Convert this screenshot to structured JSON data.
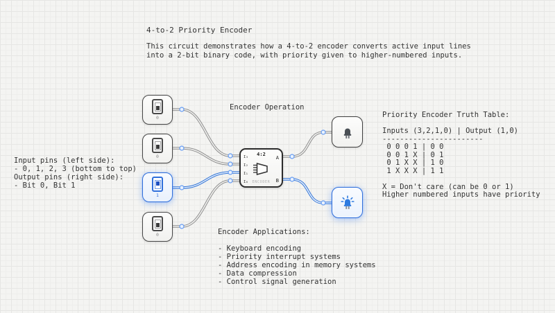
{
  "colors": {
    "accent": "#2f6fdb",
    "wire_active": "#3575d6",
    "wire_inactive": "#8f8f8f",
    "canvas_bg": "#f4f4f2",
    "component_border": "#454545",
    "text": "#323232"
  },
  "annotations": {
    "title": "4-to-2 Priority Encoder",
    "description": "This circuit demonstrates how a 4-to-2 encoder converts active input lines\ninto a 2-bit binary code, with priority given to higher-numbered inputs.",
    "operation_label": "Encoder Operation",
    "pin_note": "Input pins (left side):\n- 0, 1, 2, 3 (bottom to top)\nOutput pins (right side):\n- Bit 0, Bit 1",
    "truth_table": "Priority Encoder Truth Table:\n\nInputs (3,2,1,0) | Output (1,0)\n-----------------------\n 0 0 0 1 | 0 0\n 0 0 1 X | 0 1\n 0 1 X X | 1 0\n 1 X X X | 1 1\n\nX = Don't care (can be 0 or 1)\nHigher numbered inputs have priority",
    "applications": "Encoder Applications:\n\n- Keyboard encoding\n- Priority interrupt systems\n- Address encoding in memory systems\n- Data compression\n- Control signal generation"
  },
  "switches": [
    {
      "input": "3",
      "value": "0",
      "state": "off"
    },
    {
      "input": "2",
      "value": "0",
      "state": "off"
    },
    {
      "input": "1",
      "value": "1",
      "state": "on"
    },
    {
      "input": "0",
      "value": "0",
      "state": "off"
    }
  ],
  "encoder": {
    "ratio": "4:2",
    "name": "ENCODER",
    "inputs": [
      "I₃",
      "I₂",
      "I₁",
      "I₀"
    ],
    "outputs": [
      "A",
      "B"
    ]
  },
  "leds": [
    {
      "output": "A",
      "state": "off"
    },
    {
      "output": "B",
      "state": "on"
    }
  ]
}
